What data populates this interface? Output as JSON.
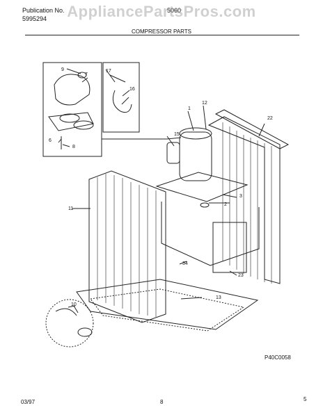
{
  "header": {
    "publication_label": "Publication No.",
    "publication_number": "5995294",
    "model_number": "5060",
    "section_title": "COMPRESSOR PARTS"
  },
  "watermark": "AppliancePartsPros.com",
  "callouts": {
    "c1": "1",
    "c2": "2",
    "c3": "3",
    "c6": "6",
    "c7": "7",
    "c8": "8",
    "c9": "9",
    "c10": "10",
    "c11": "11",
    "c12": "12",
    "c13": "13",
    "c15": "15",
    "c16": "16",
    "c17": "17",
    "c22": "22",
    "c23": "23",
    "c34": "34"
  },
  "drawing_ref": "P40C0058",
  "footer": {
    "date": "03/97",
    "page": "8",
    "mark": "5"
  }
}
